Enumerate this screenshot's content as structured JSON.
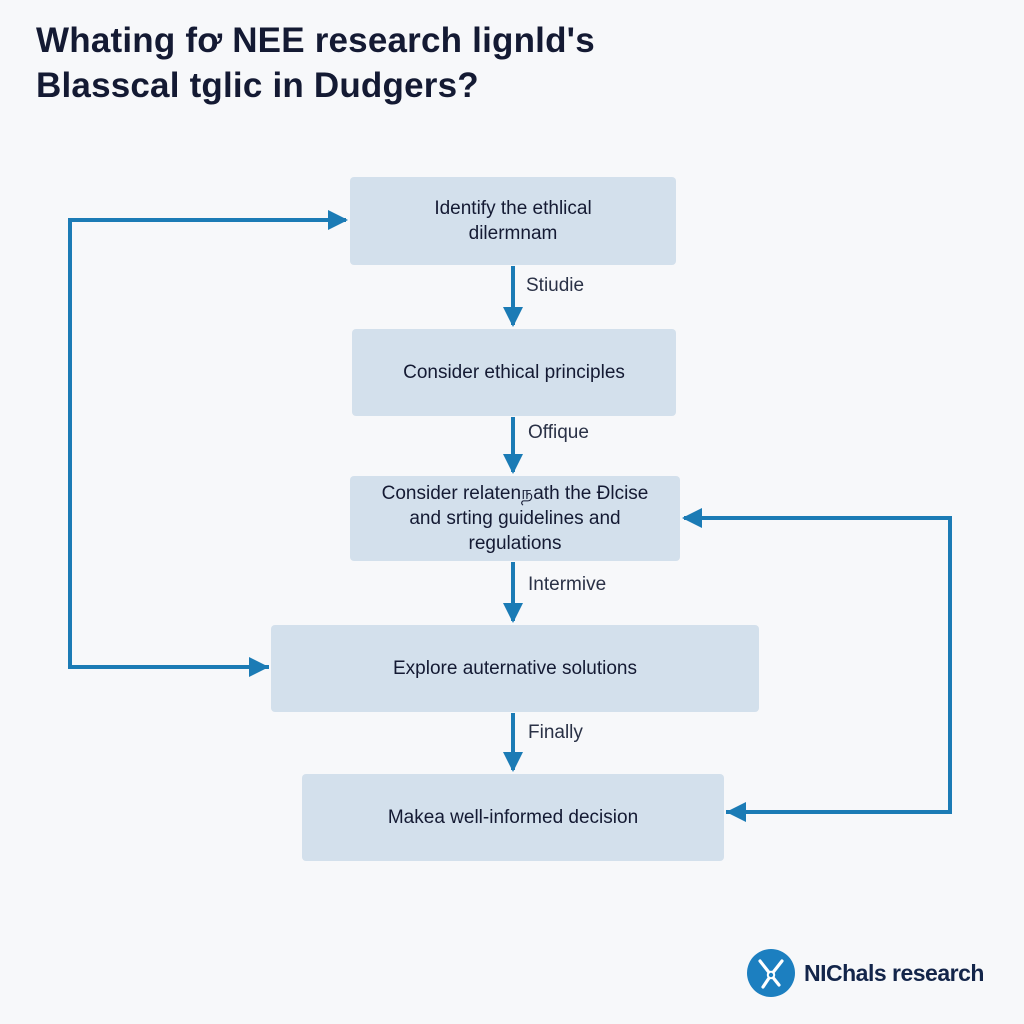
{
  "title": {
    "line1": "Whating fơ NEE research lignld's",
    "line2": "Blasscal tglic in Dudgers?"
  },
  "nodes": [
    {
      "lines": [
        "Identify the ethlical",
        "dilermnam"
      ]
    },
    {
      "lines": [
        "Consider ethical principles"
      ]
    },
    {
      "lines": [
        "Consider relatenநath the Đlcise",
        "and srting guidelines and",
        "regulations"
      ]
    },
    {
      "lines": [
        "Explore auternative solutions"
      ]
    },
    {
      "lines": [
        "Makea well-informed decision"
      ]
    }
  ],
  "edge_labels": [
    "Stiudie",
    "Offique",
    "Intermive",
    "Finally"
  ],
  "logo": {
    "text": "NIChals research"
  },
  "colors": {
    "arrow": "#1b7bb5",
    "node_fill": "#d3e0ec",
    "title": "#141a33",
    "logo": "#1c7fc0"
  },
  "icons": {
    "logo_mark": "pen-nib-circle-icon"
  }
}
